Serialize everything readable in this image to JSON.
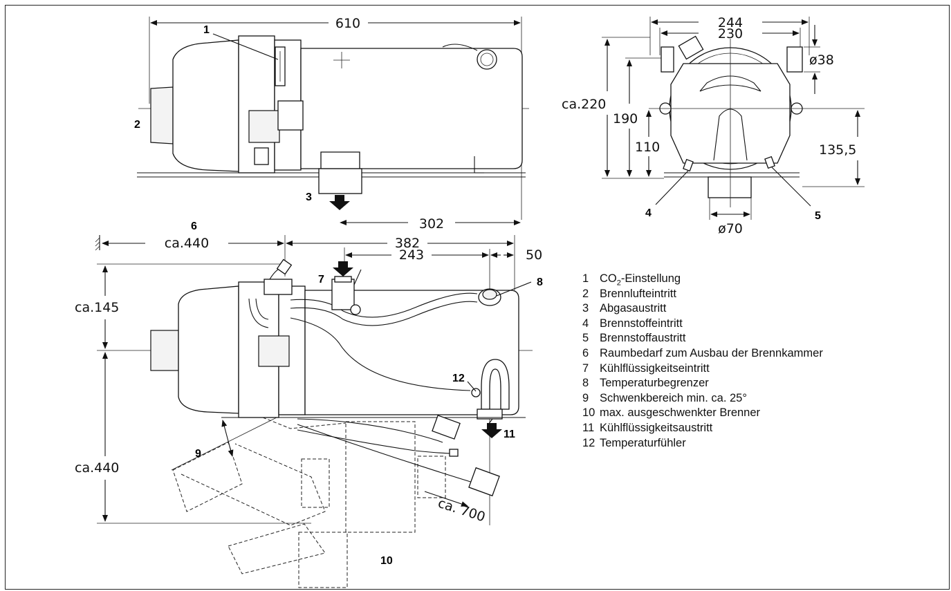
{
  "dimensions": {
    "top_length": "610",
    "end_width_outer": "244",
    "end_width_inner": "230",
    "pipe_diameter": "ø38",
    "end_height": "ca.220",
    "mount_height_left": "190",
    "axis_height_left": "110",
    "axis_height_right": "135,5",
    "exhaust_diameter": "ø70",
    "exhaust_offset": "302",
    "service_clearance": "ca.440",
    "body_length_lower": "382",
    "inlet_offset": "243",
    "outlet_offset": "50",
    "height_above_axis": "ca.145",
    "height_below_axis": "ca.440",
    "swing_reach": "ca. 700"
  },
  "callouts": {
    "c1": "1",
    "c2": "2",
    "c3": "3",
    "c4": "4",
    "c5": "5",
    "c6": "6",
    "c7": "7",
    "c8": "8",
    "c9": "9",
    "c10": "10",
    "c11": "11",
    "c12": "12"
  },
  "legend": [
    {
      "num": "1",
      "pre": "CO",
      "sub": "2",
      "post": "-Einstellung"
    },
    {
      "num": "2",
      "pre": "Brennlufteintritt"
    },
    {
      "num": "3",
      "pre": "Abgasaustritt"
    },
    {
      "num": "4",
      "pre": "Brennstoffeintritt"
    },
    {
      "num": "5",
      "pre": "Brennstoffaustritt"
    },
    {
      "num": "6",
      "pre": "Raumbedarf zum Ausbau der Brennkammer"
    },
    {
      "num": "7",
      "pre": "Kühlflüssigkeitseintritt"
    },
    {
      "num": "8",
      "pre": "Temperaturbegrenzer"
    },
    {
      "num": "9",
      "pre": "Schwenkbereich min. ca. 25°"
    },
    {
      "num": "10",
      "pre": "max. ausgeschwenkter Brenner"
    },
    {
      "num": "11",
      "pre": "Kühlflüssigkeitsaustritt"
    },
    {
      "num": "12",
      "pre": "Temperaturfühler"
    }
  ]
}
